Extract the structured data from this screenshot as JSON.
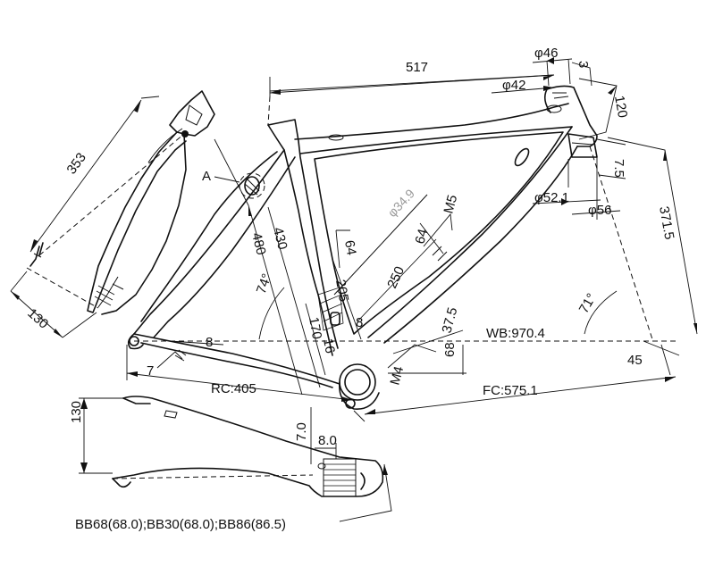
{
  "labels": {
    "top_tube_length": "517",
    "head_tube_top_dia": "φ46",
    "head_tube_top_offset": "3",
    "head_tube_inner_dia": "φ42",
    "head_tube_length": "120",
    "head_tube_lower_offset": "7.5",
    "head_tube_bottom_dia1": "φ52.1",
    "head_tube_bottom_dia2": "φ56",
    "stack": "371.5",
    "head_angle": "71°",
    "seatpost_dia": "φ34.9",
    "m5": "M5",
    "m4": "M4",
    "seat_tube_64": "64",
    "down_tube_64": "64",
    "dim_250": "250",
    "dim_205": "205",
    "dim_170": "170",
    "dim_8_seat": "8",
    "dim_16": "16",
    "dim_37_5": "37.5",
    "dim_68": "68",
    "seat_tube_480": "480",
    "seat_tube_430": "430",
    "seat_angle": "74°",
    "dim_8_stay": "8",
    "dim_7": "7",
    "chainstay": "RC:405",
    "wheelbase": "WB:970.4",
    "front_center": "FC:575.1",
    "bb_drop": "45",
    "detail_a": "A",
    "seatstay_353": "353",
    "seatstay_130": "130",
    "chainstay_130": "130",
    "chainstay_7_0": "7.0",
    "chainstay_8_0": "8.0",
    "bb_standards": "BB68(68.0);BB30(68.0);BB86(86.5)"
  },
  "colors": {
    "line": "#111111",
    "faint": "#999999"
  }
}
